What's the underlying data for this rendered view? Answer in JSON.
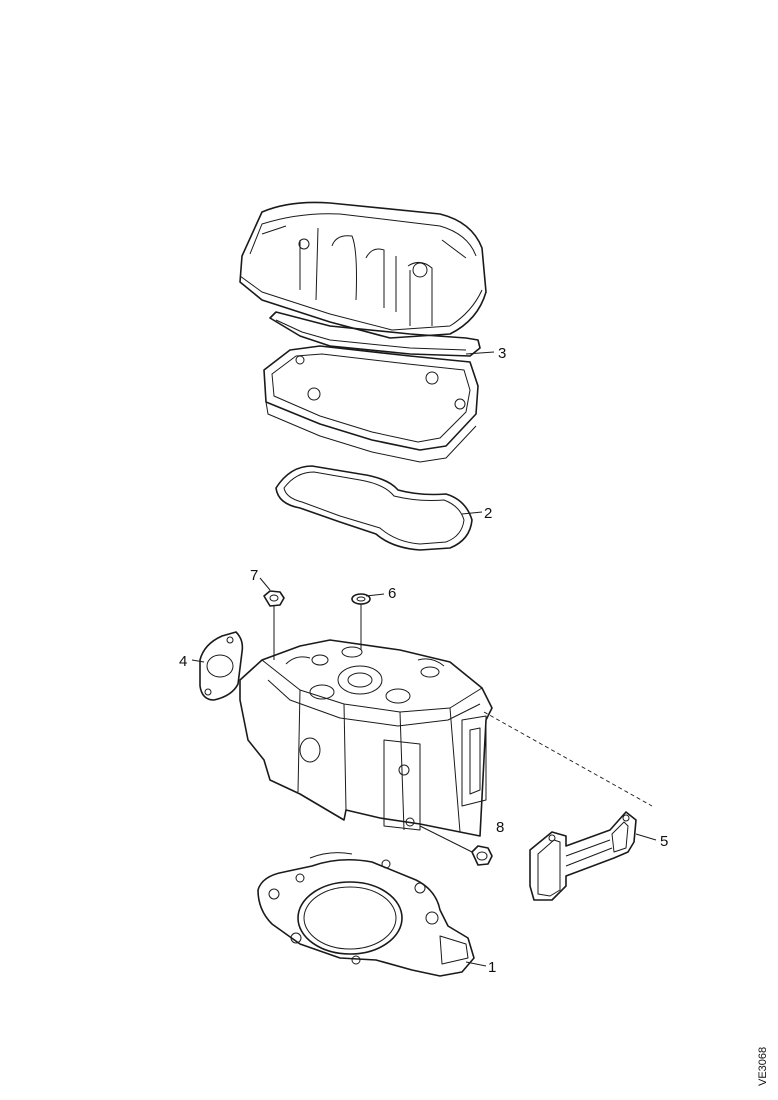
{
  "callouts": {
    "c1": "1",
    "c2": "2",
    "c3": "3",
    "c4": "4",
    "c5": "5",
    "c6": "6",
    "c7": "7",
    "c8": "8"
  },
  "drawing_code": "VE3068"
}
